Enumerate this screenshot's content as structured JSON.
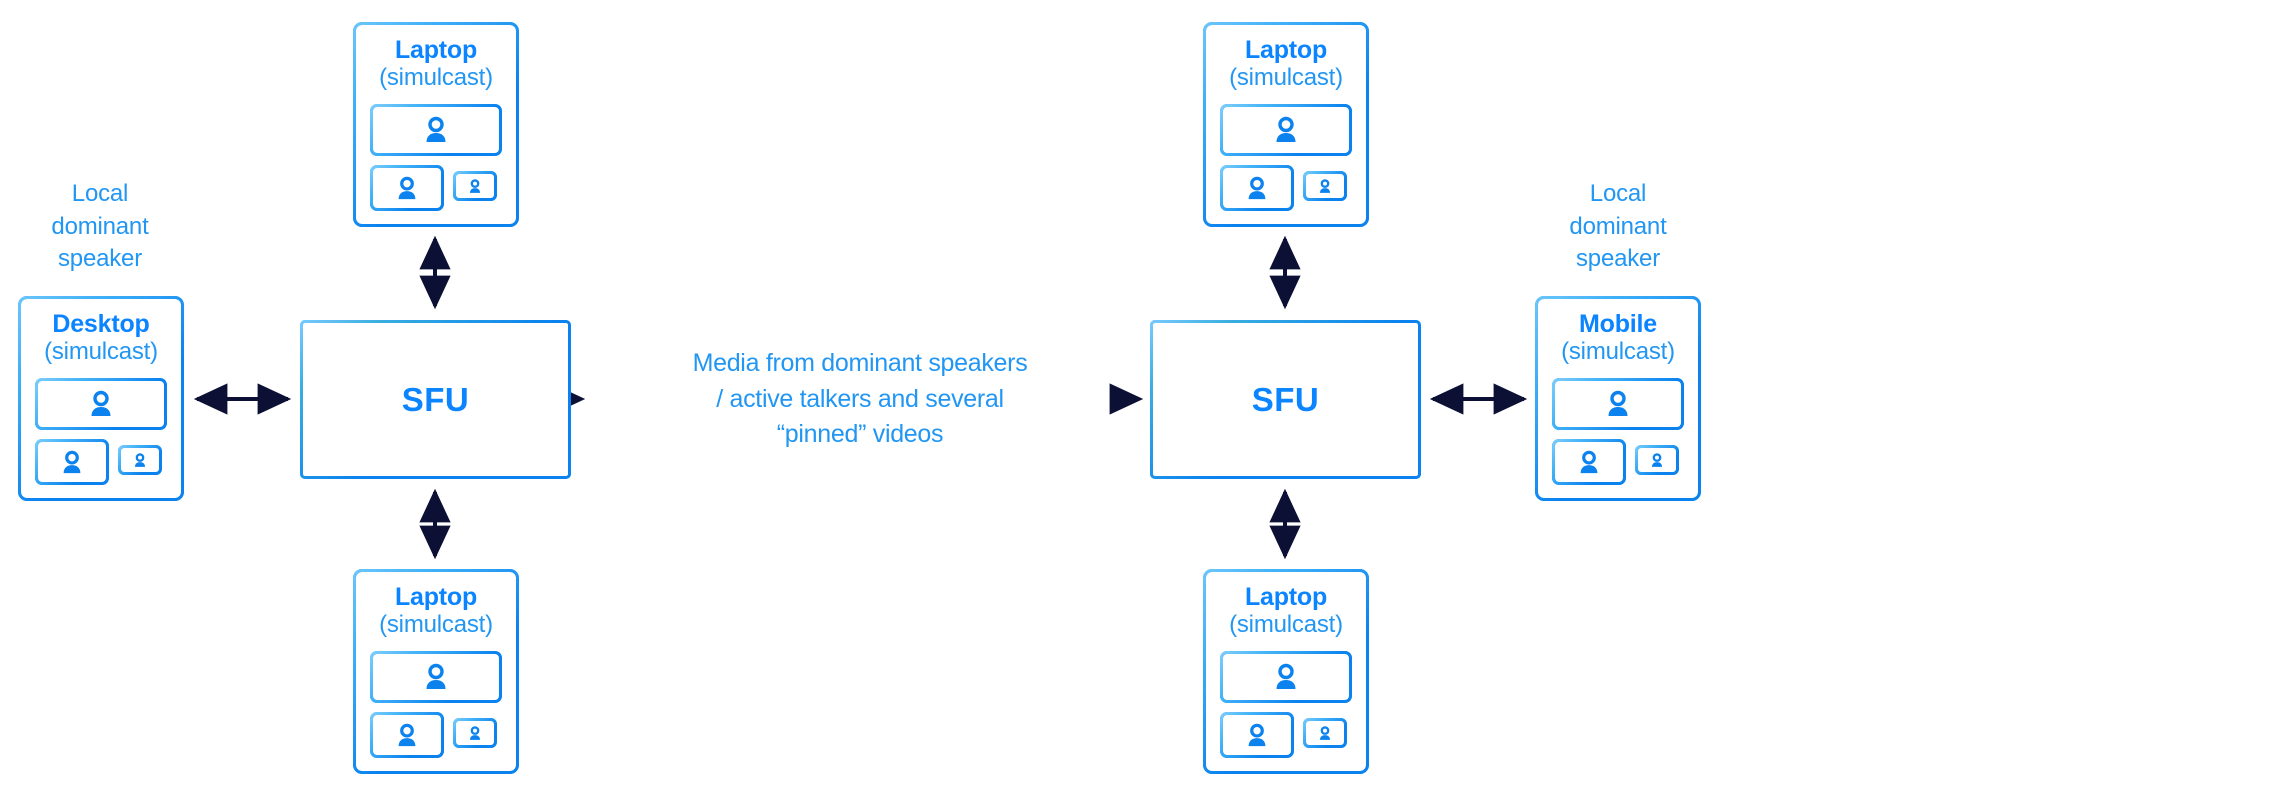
{
  "diagram": {
    "title": "SFU cascading topology with simulcast endpoints",
    "colors": {
      "accent_blue": "#0a84ff",
      "label_blue": "#2196f3",
      "border_blue": "#1c9bf5",
      "arrow_navy": "#0b1034",
      "background": "#ffffff"
    },
    "nodes": [
      {
        "id": "desktop-left",
        "title": "Desktop",
        "subtitle": "(simulcast)",
        "caption": "Local\ndominant\nspeaker"
      },
      {
        "id": "laptop-top-left",
        "title": "Laptop",
        "subtitle": "(simulcast)",
        "caption": ""
      },
      {
        "id": "laptop-bottom-left",
        "title": "Laptop",
        "subtitle": "(simulcast)",
        "caption": ""
      },
      {
        "id": "sfu-left",
        "title": "SFU",
        "subtitle": "",
        "caption": ""
      },
      {
        "id": "sfu-right",
        "title": "SFU",
        "subtitle": "",
        "caption": ""
      },
      {
        "id": "laptop-top-right",
        "title": "Laptop",
        "subtitle": "(simulcast)",
        "caption": ""
      },
      {
        "id": "laptop-bottom-right",
        "title": "Laptop",
        "subtitle": "(simulcast)",
        "caption": ""
      },
      {
        "id": "mobile-right",
        "title": "Mobile",
        "subtitle": "(simulcast)",
        "caption": "Local\ndominant\nspeaker"
      }
    ],
    "labels": {
      "desktop_title": "Desktop",
      "desktop_subtitle": "(simulcast)",
      "mobile_title": "Mobile",
      "mobile_subtitle": "(simulcast)",
      "laptop_title": "Laptop",
      "laptop_subtitle": "(simulcast)",
      "sfu_title": "SFU",
      "local_dominant_line1": "Local",
      "local_dominant_line2": "dominant",
      "local_dominant_line3": "speaker",
      "center_line1": "Media from dominant speakers",
      "center_line2": "/ active talkers and several",
      "center_line3": "“pinned” videos"
    },
    "connections": [
      {
        "from": "desktop-left",
        "to": "sfu-left",
        "kind": "bidirectional"
      },
      {
        "from": "laptop-top-left",
        "to": "sfu-left",
        "kind": "bidirectional"
      },
      {
        "from": "laptop-bottom-left",
        "to": "sfu-left",
        "kind": "bidirectional"
      },
      {
        "from": "sfu-right",
        "to": "sfu-left",
        "kind": "unidirectional",
        "label": "Media from dominant speakers / active talkers and several “pinned” videos"
      },
      {
        "from": "sfu-left",
        "to": "sfu-right",
        "kind": "unidirectional",
        "label": "Media from dominant speakers / active talkers and several “pinned” videos"
      },
      {
        "from": "laptop-top-right",
        "to": "sfu-right",
        "kind": "bidirectional"
      },
      {
        "from": "laptop-bottom-right",
        "to": "sfu-right",
        "kind": "bidirectional"
      },
      {
        "from": "mobile-right",
        "to": "sfu-right",
        "kind": "bidirectional"
      }
    ]
  }
}
